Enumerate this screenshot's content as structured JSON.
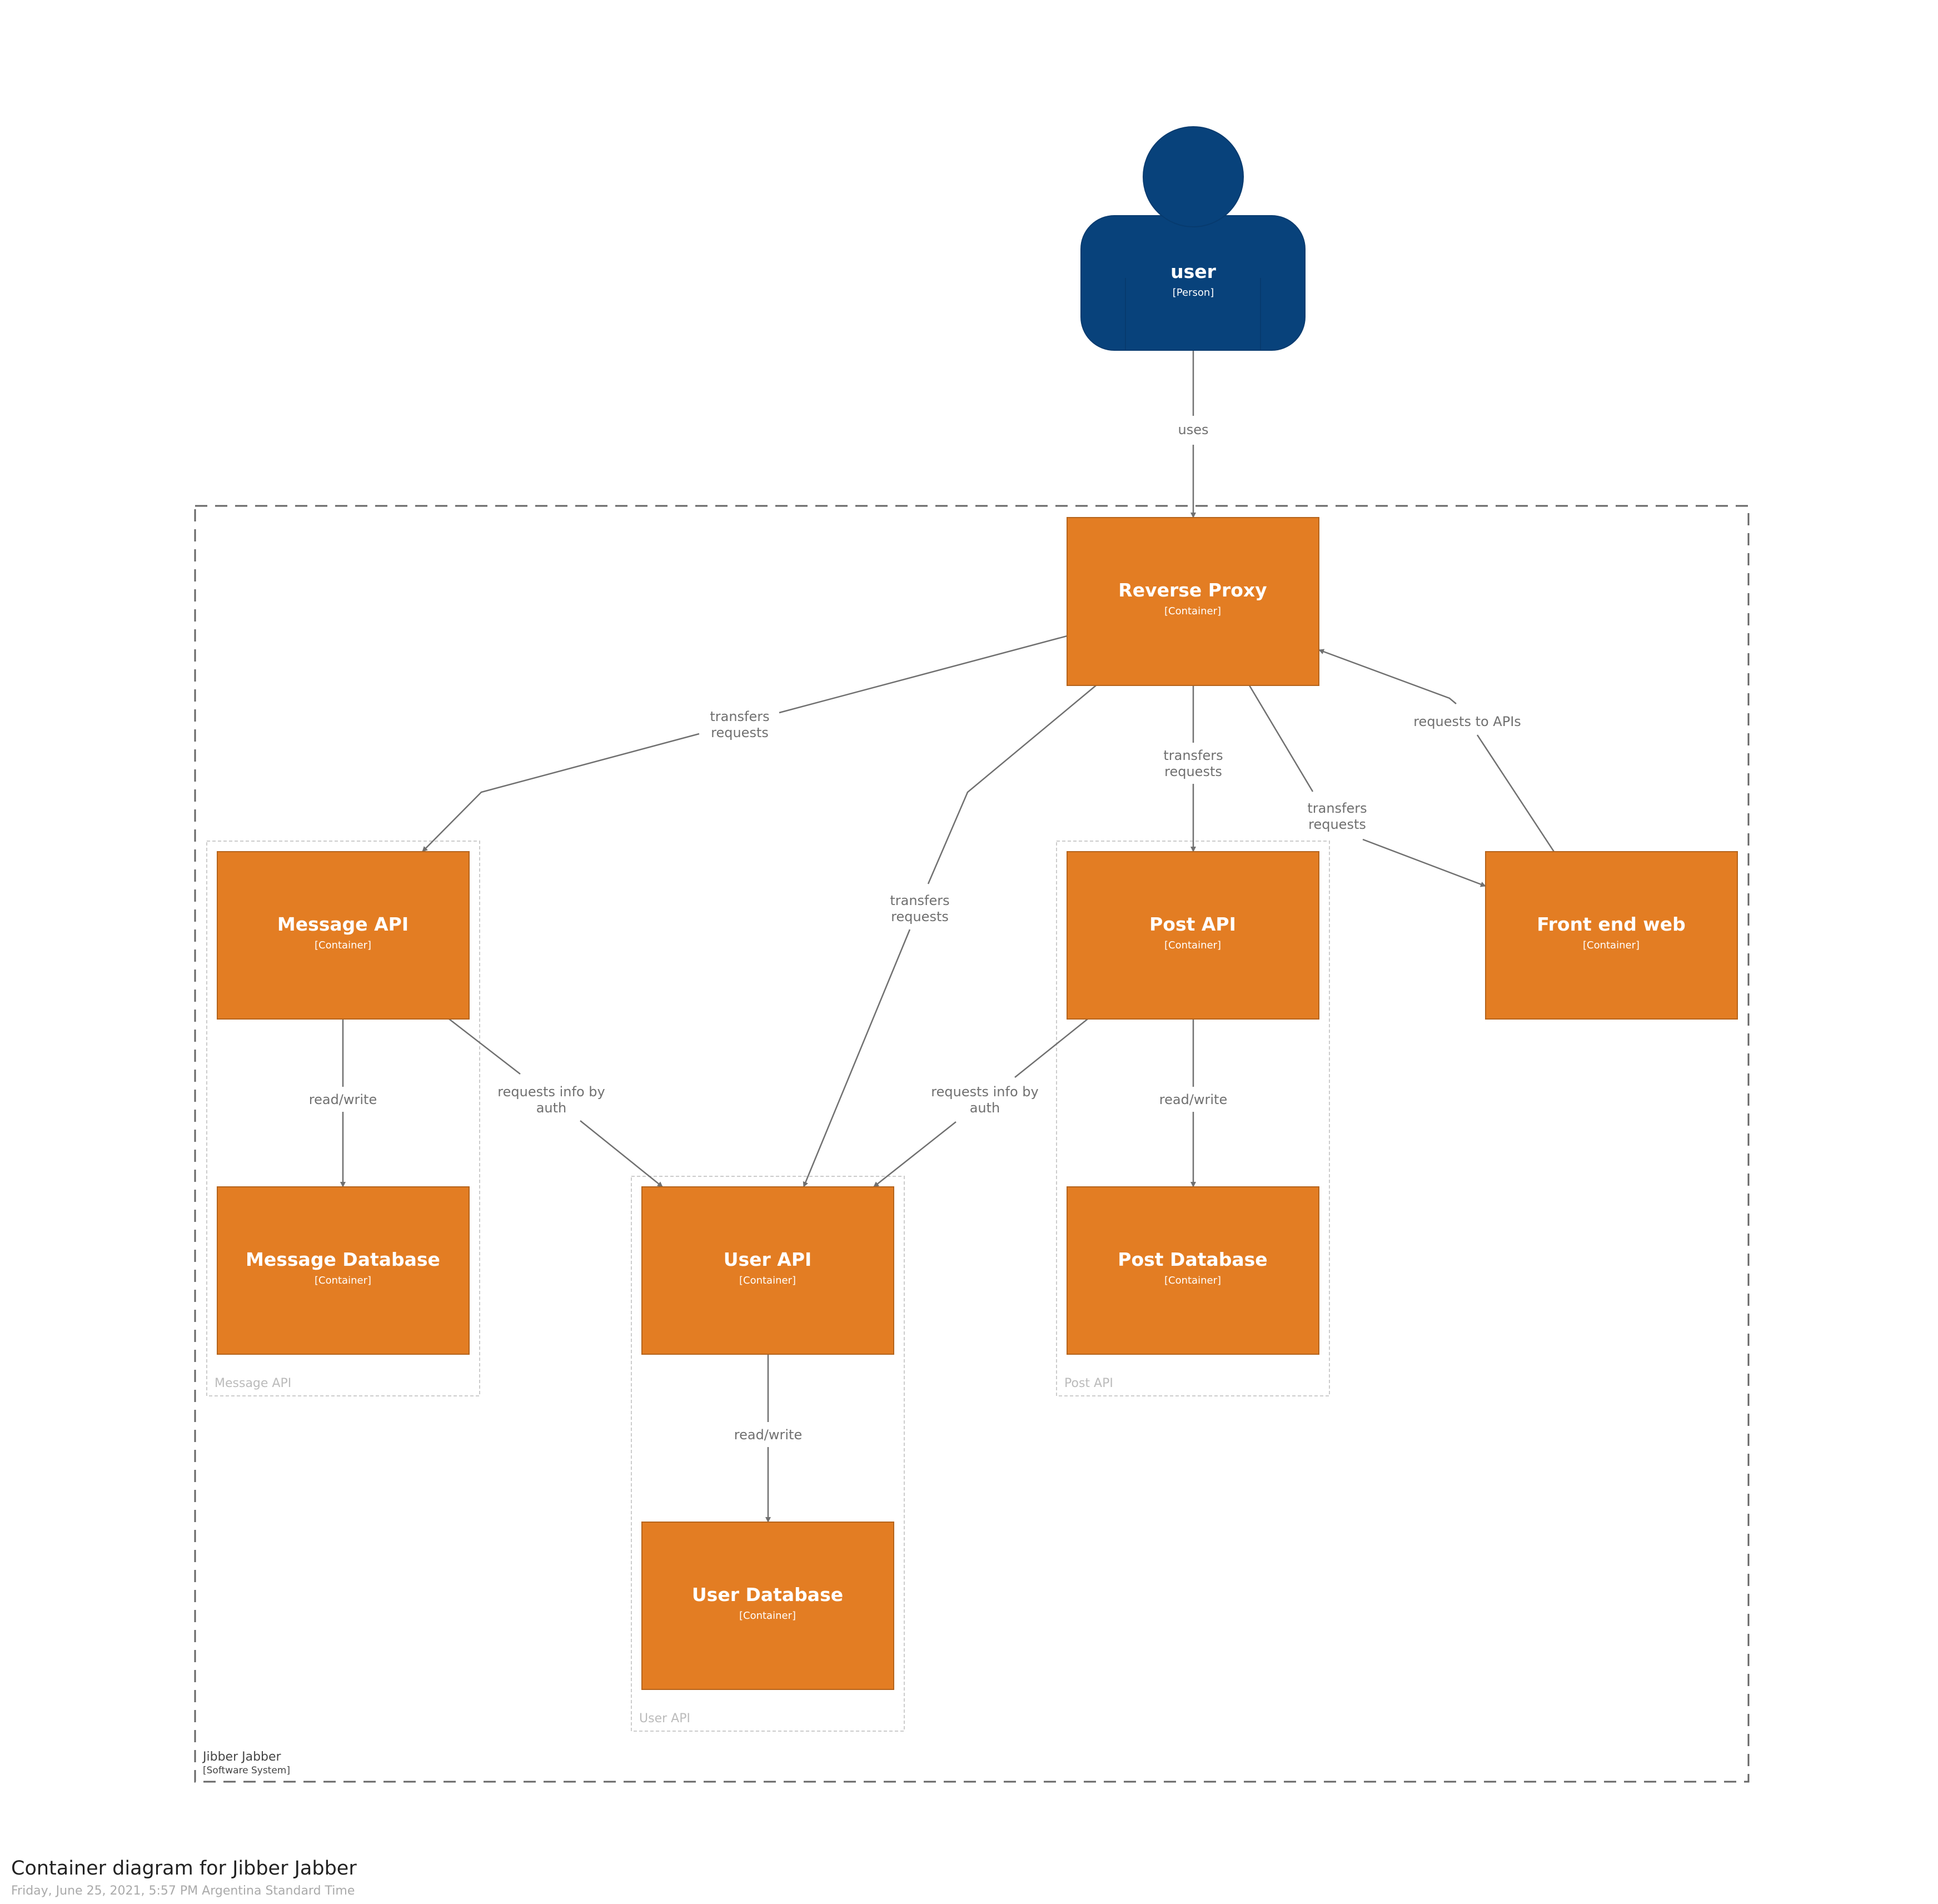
{
  "diagram": {
    "title": "Container diagram for Jibber Jabber",
    "subtitle": "Friday, June 25, 2021, 5:57 PM Argentina Standard Time",
    "colors": {
      "container": "#E37D23",
      "container_stroke": "#B5641C",
      "person": "#08427B",
      "edge": "#707070",
      "boundary": "#666666",
      "group_boundary": "#CCCCCC"
    },
    "person": {
      "name": "user",
      "type": "[Person]"
    },
    "system": {
      "name": "Jibber Jabber",
      "type": "[Software System]"
    },
    "groups": {
      "message_api": "Message API",
      "user_api": "User API",
      "post_api": "Post API"
    },
    "containers": {
      "reverse_proxy": {
        "name": "Reverse Proxy",
        "type": "[Container]"
      },
      "message_api": {
        "name": "Message API",
        "type": "[Container]"
      },
      "post_api": {
        "name": "Post API",
        "type": "[Container]"
      },
      "front_end_web": {
        "name": "Front end web",
        "type": "[Container]"
      },
      "message_database": {
        "name": "Message Database",
        "type": "[Container]"
      },
      "user_api": {
        "name": "User API",
        "type": "[Container]"
      },
      "post_database": {
        "name": "Post Database",
        "type": "[Container]"
      },
      "user_database": {
        "name": "User Database",
        "type": "[Container]"
      }
    },
    "relationships": {
      "user_uses_proxy": "uses",
      "proxy_to_message_1": "transfers",
      "proxy_to_message_2": "requests",
      "proxy_to_user_1": "transfers",
      "proxy_to_user_2": "requests",
      "proxy_to_post_1": "transfers",
      "proxy_to_post_2": "requests",
      "proxy_to_front_1": "transfers",
      "proxy_to_front_2": "requests",
      "front_to_proxy": "requests to APIs",
      "message_to_db": "read/write",
      "message_to_user_1": "requests info by",
      "message_to_user_2": "auth",
      "post_to_user_1": "requests info by",
      "post_to_user_2": "auth",
      "post_to_db": "read/write",
      "user_to_db": "read/write"
    }
  }
}
